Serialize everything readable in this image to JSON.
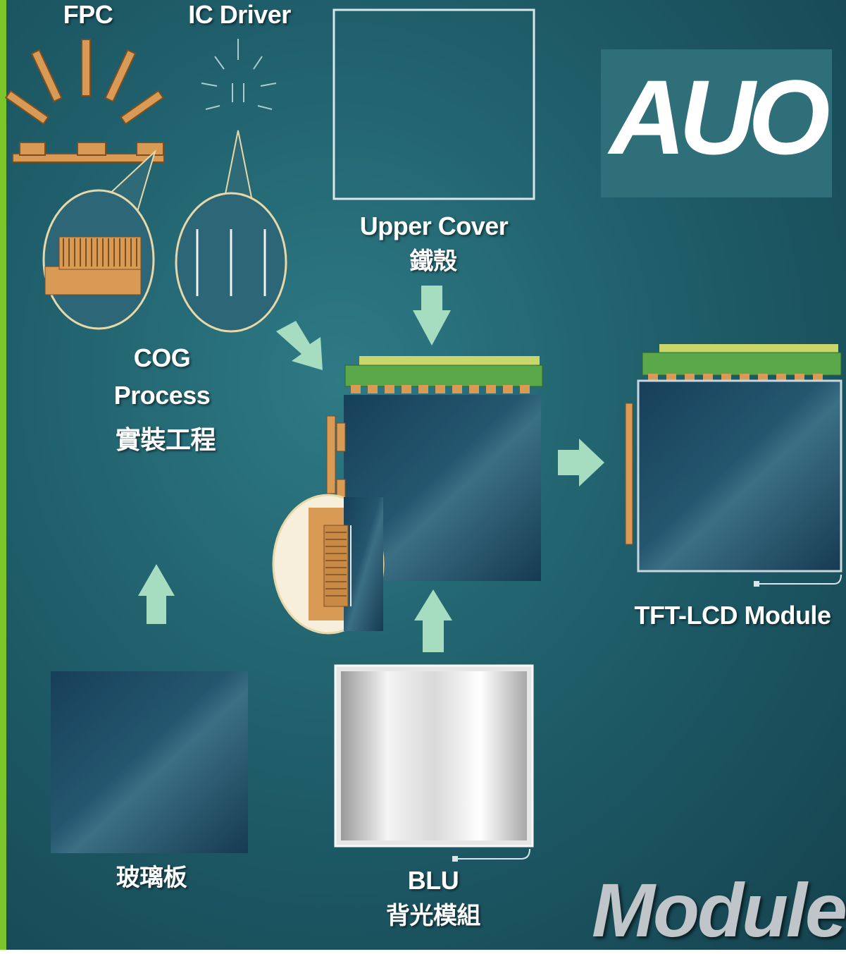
{
  "labels": {
    "fpc": "FPC",
    "ic_driver": "IC Driver",
    "upper_cover": "Upper Cover",
    "upper_cover_zh": "鐵殼",
    "cog_line1": "COG",
    "cog_line2": "Process",
    "cog_zh": "實裝工程",
    "tft_lcd_module": "TFT-LCD Module",
    "glass_zh": "玻璃板",
    "blu": "BLU",
    "blu_zh": "背光模組"
  },
  "logo": {
    "text": "AUO"
  },
  "corner_title": "Module",
  "colors": {
    "background": "#1f5f6b",
    "arrow": "#a6dcc0",
    "copper": "#d89a55",
    "panel": "#1c4d66",
    "pcb_green": "#5aa84a",
    "accent_bar": "#7cc52a"
  }
}
